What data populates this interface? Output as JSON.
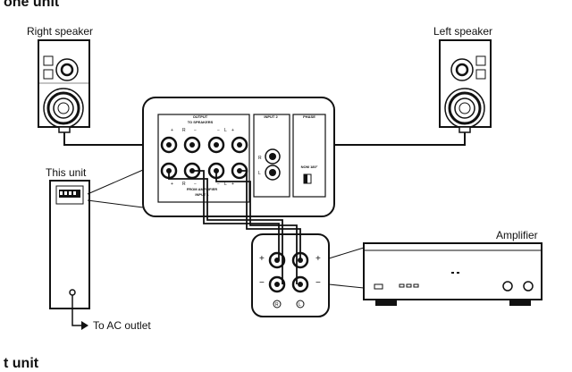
{
  "headings": {
    "top_cut": "one unit",
    "bottom_cut": "t    unit"
  },
  "labels": {
    "right_speaker": "Right speaker",
    "left_speaker": "Left speaker",
    "this_unit": "This unit",
    "amplifier": "Amplifier",
    "ac_outlet": "To AC outlet"
  },
  "panel": {
    "output": "OUTPUT",
    "to_speakers": "TO SPEAKERS",
    "from_amplifier": "FROM AMPLIFIER",
    "input1": "INPUT 1",
    "input2": "INPUT 2",
    "phase": "PHASE",
    "phase_setting": "NOM 180°",
    "plus": "+",
    "minus": "−",
    "r": "R",
    "l": "L"
  },
  "amp_terminals": {
    "plus": "+",
    "minus": "−",
    "r": "R",
    "l": "L"
  }
}
